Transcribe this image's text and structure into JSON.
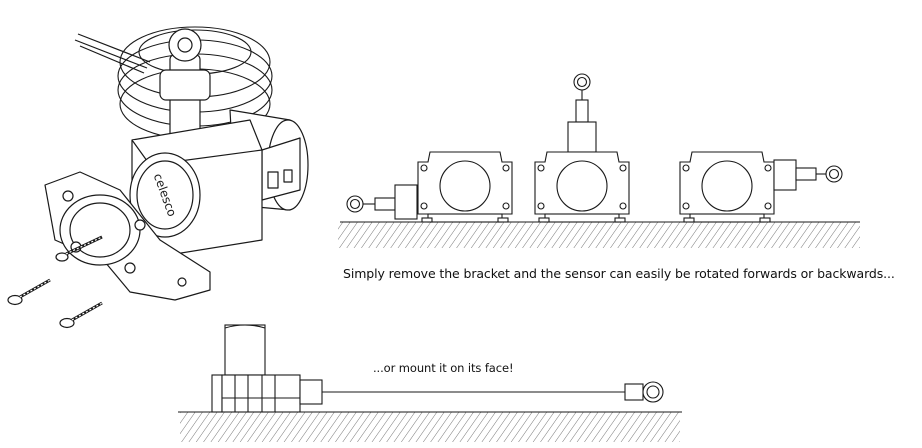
{
  "captions": {
    "rotate": "Simply remove the bracket and the sensor can easily be rotated forwards or backwards...",
    "face": "...or mount it on its face!"
  },
  "product": {
    "brand_mark": "celesco"
  },
  "colors": {
    "line": "#1a1a1a",
    "background": "#ffffff",
    "hatch": "#555555"
  }
}
